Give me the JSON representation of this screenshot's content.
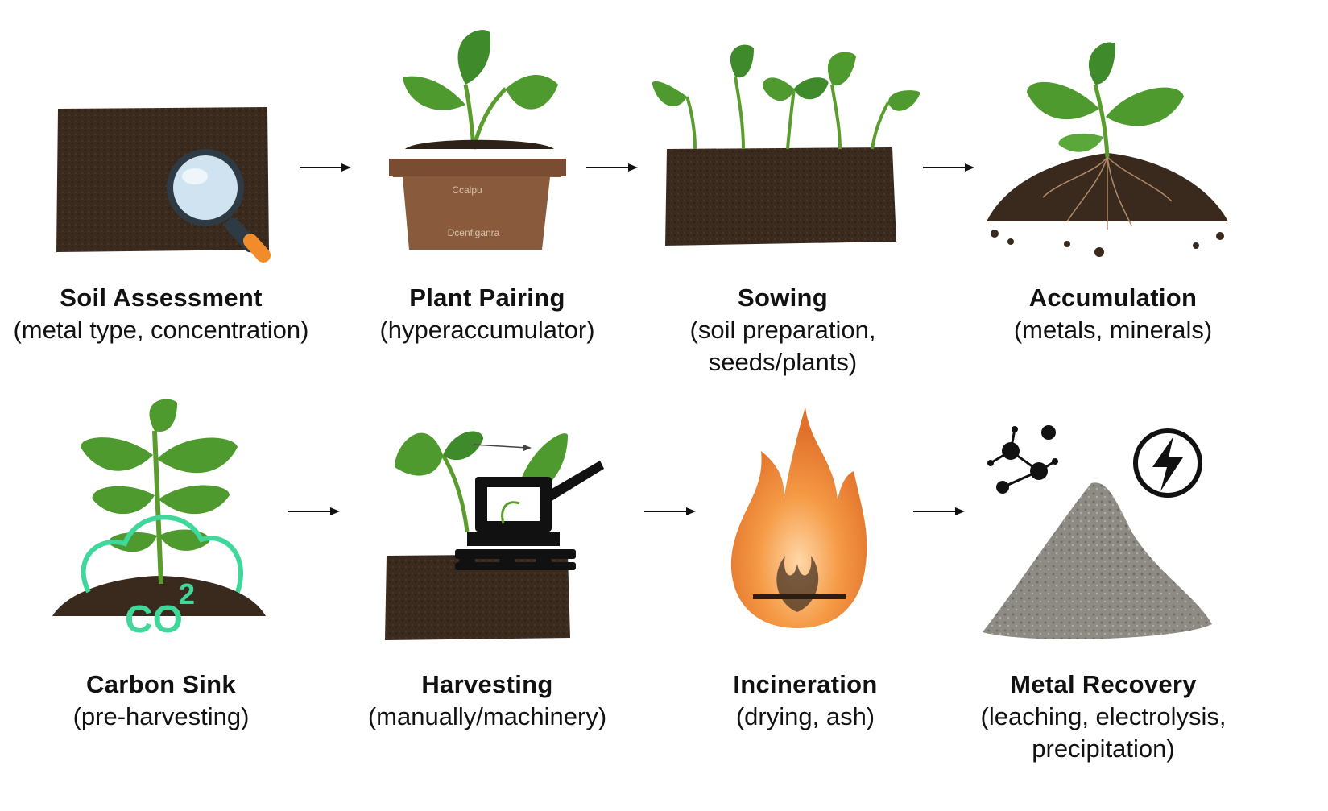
{
  "steps": [
    {
      "title": "Soil Assessment",
      "detail": "(metal type, concentration)",
      "icon": "magnifier-over-soil-icon"
    },
    {
      "title": "Plant Pairing",
      "detail": "(hyperaccumulator)",
      "icon": "potted-plant-icon",
      "pot_label_1": "Ccalpu",
      "pot_label_2": "Dcenfiganra"
    },
    {
      "title": "Sowing",
      "detail": "(soil preparation,\nseeds/plants)",
      "icon": "seedlings-icon"
    },
    {
      "title": "Accumulation",
      "detail": "(metals, minerals)",
      "icon": "plant-with-roots-icon"
    },
    {
      "title": "Carbon Sink",
      "detail": "(pre-harvesting)",
      "icon": "co2-plant-icon",
      "co2_text": "CO",
      "co2_sub": "2"
    },
    {
      "title": "Harvesting",
      "detail": "(manually/machinery)",
      "icon": "harvester-icon"
    },
    {
      "title": "Incineration",
      "detail": "(drying, ash)",
      "icon": "flame-icon"
    },
    {
      "title": "Metal Recovery",
      "detail": "(leaching, electrolysis,\nprecipitation)",
      "icon": "ash-pile-icon"
    }
  ],
  "colors": {
    "soil": "#3a2a1e",
    "leaf": "#4e9a2e",
    "pot": "#8a5a3c",
    "flame": "#f08a3a",
    "co2": "#3fd79a",
    "ash": "#8e8a84"
  }
}
